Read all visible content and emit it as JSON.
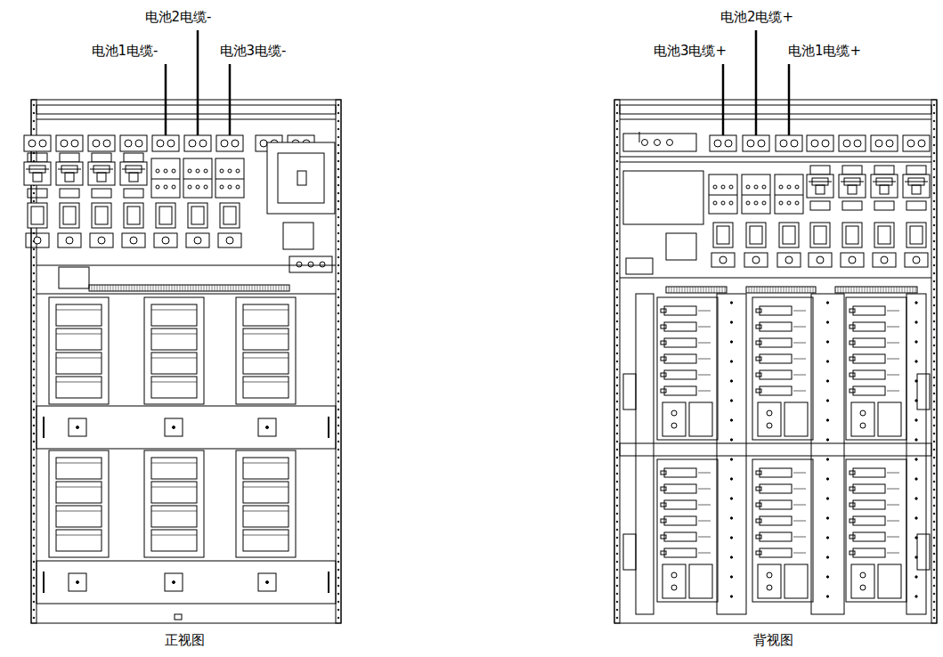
{
  "diagram": {
    "labels": [
      "电池2电缆-",
      "电池1电缆-",
      "电池3电缆-",
      "电池2电缆+",
      "电池3电缆+",
      "电池1电缆+",
      "正视图",
      "背视图"
    ]
  }
}
